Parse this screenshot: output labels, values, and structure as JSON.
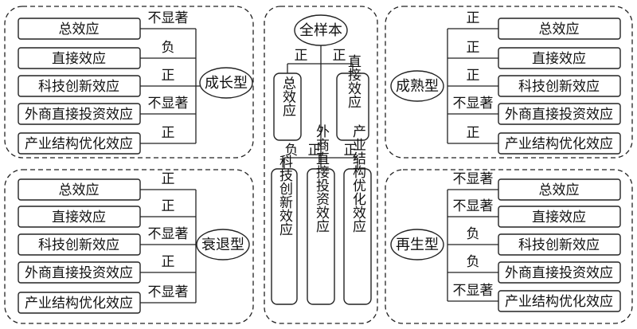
{
  "panels": {
    "growth": {
      "title": "成长型",
      "items": [
        {
          "label": "总效应",
          "sign": "不显著"
        },
        {
          "label": "直接效应",
          "sign": "负"
        },
        {
          "label": "科技创新效应",
          "sign": "正"
        },
        {
          "label": "外商直接投资效应",
          "sign": "不显著"
        },
        {
          "label": "产业结构优化效应",
          "sign": "正"
        }
      ]
    },
    "decline": {
      "title": "衰退型",
      "items": [
        {
          "label": "总效应",
          "sign": "正"
        },
        {
          "label": "直接效应",
          "sign": "正"
        },
        {
          "label": "科技创新效应",
          "sign": "不显著"
        },
        {
          "label": "外商直接投资效应",
          "sign": "正"
        },
        {
          "label": "产业结构优化效应",
          "sign": "不显著"
        }
      ]
    },
    "mature": {
      "title": "成熟型",
      "items": [
        {
          "label": "总效应",
          "sign": "正"
        },
        {
          "label": "直接效应",
          "sign": "正"
        },
        {
          "label": "科技创新效应",
          "sign": "正"
        },
        {
          "label": "外商直接投资效应",
          "sign": "不显著"
        },
        {
          "label": "产业结构优化效应",
          "sign": "正"
        }
      ]
    },
    "regen": {
      "title": "再生型",
      "items": [
        {
          "label": "总效应",
          "sign": "不显著"
        },
        {
          "label": "直接效应",
          "sign": "不显著"
        },
        {
          "label": "科技创新效应",
          "sign": "负"
        },
        {
          "label": "外商直接投资效应",
          "sign": "负"
        },
        {
          "label": "产业结构优化效应",
          "sign": "不显著"
        }
      ]
    }
  },
  "center": {
    "title": "全样本",
    "upper": [
      {
        "label": "总效应",
        "sign": "正"
      },
      {
        "label": "直接效应",
        "sign": "正"
      }
    ],
    "lower": [
      {
        "label": "科技创新效应",
        "sign": "负"
      },
      {
        "label": "外商直接投资效应",
        "sign": "正"
      },
      {
        "label": "产业结构优化效应",
        "sign": "正"
      }
    ]
  }
}
